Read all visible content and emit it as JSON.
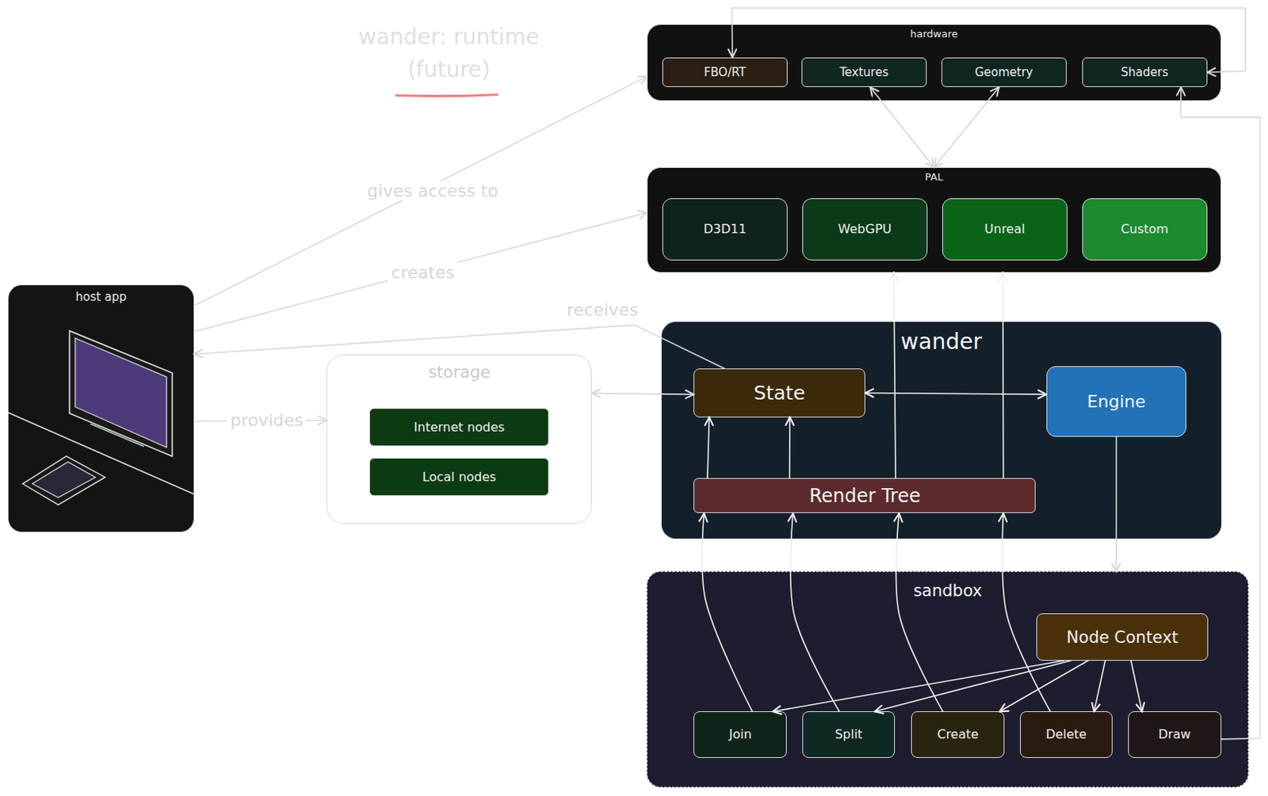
{
  "diagram": {
    "title": "wander: runtime (future)",
    "nodes": [
      {
        "text": [
          "hardware"
        ]
      },
      {
        "text": [
          "FBO/RT"
        ],
        "in": 0
      },
      {
        "text": [
          "Textures"
        ],
        "in": 0
      },
      {
        "text": [
          "Geometry"
        ],
        "in": 0
      },
      {
        "text": [
          "Shaders"
        ],
        "in": 0
      },
      {
        "text": [
          "PAL"
        ]
      },
      {
        "text": [
          "D3D11"
        ],
        "in": 5
      },
      {
        "text": [
          "WebGPU"
        ],
        "in": 5
      },
      {
        "text": [
          "Unreal"
        ],
        "in": 5
      },
      {
        "text": [
          "Custom"
        ],
        "in": 5
      },
      {
        "text": [
          "host app"
        ]
      },
      {
        "text": [
          "storage"
        ]
      },
      {
        "text": [
          "Internet nodes"
        ],
        "in": 11
      },
      {
        "text": [
          "Local nodes"
        ],
        "in": 11
      },
      {
        "text": [
          "wander"
        ]
      },
      {
        "text": [
          "State"
        ],
        "in": 14
      },
      {
        "text": [
          "Engine"
        ],
        "in": 14
      },
      {
        "text": [
          "Render Tree"
        ],
        "in": 14
      },
      {
        "text": [
          "sandbox"
        ]
      },
      {
        "text": [
          "Node Context"
        ],
        "in": 18
      },
      {
        "text": [
          "Join"
        ],
        "in": 18
      },
      {
        "text": [
          "Split"
        ],
        "in": 18
      },
      {
        "text": [
          "Create"
        ],
        "in": 18
      },
      {
        "text": [
          "Delete"
        ],
        "in": 18
      },
      {
        "text": [
          "Draw"
        ],
        "in": 18
      }
    ],
    "edges": [
      {
        "from": 10,
        "to": 0,
        "arrow": "to",
        "label": "gives access to"
      },
      {
        "from": 10,
        "to": 5,
        "arrow": "to",
        "label": "creates"
      },
      {
        "from": 15,
        "to": 10,
        "arrow": "to",
        "label": "receives"
      },
      {
        "from": 10,
        "to": 11,
        "arrow": "to",
        "label": "provides"
      },
      {
        "from": 11,
        "to": 15,
        "arrow": "both"
      },
      {
        "from": 15,
        "to": 16,
        "arrow": "both"
      },
      {
        "from": 16,
        "to": 18,
        "arrow": "to"
      },
      {
        "from": 17,
        "to": 15,
        "arrow": "to"
      },
      {
        "from": 17,
        "to": 15,
        "arrow": "to"
      },
      {
        "from": 17,
        "to": 5,
        "arrow": "to"
      },
      {
        "from": 17,
        "to": 5,
        "arrow": "to"
      },
      {
        "from": 5,
        "to": 2,
        "arrow": "both"
      },
      {
        "from": 5,
        "to": 3,
        "arrow": "both"
      },
      {
        "from": 19,
        "to": 20,
        "arrow": "to"
      },
      {
        "from": 19,
        "to": 21,
        "arrow": "to"
      },
      {
        "from": 19,
        "to": 22,
        "arrow": "to"
      },
      {
        "from": 19,
        "to": 23,
        "arrow": "to"
      },
      {
        "from": 19,
        "to": 24,
        "arrow": "to"
      },
      {
        "from": 20,
        "to": 17,
        "arrow": "to"
      },
      {
        "from": 21,
        "to": 17,
        "arrow": "to"
      },
      {
        "from": 22,
        "to": 17,
        "arrow": "to"
      },
      {
        "from": 23,
        "to": 17,
        "arrow": "to"
      },
      {
        "from": 24,
        "to": 4,
        "arrow": "to"
      },
      {
        "from": 4,
        "to": 1,
        "arrow": "both"
      }
    ]
  }
}
